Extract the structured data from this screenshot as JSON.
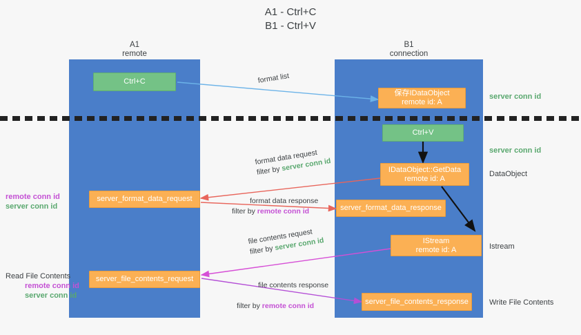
{
  "title": {
    "line1": "A1 - Ctrl+C",
    "line2": "B1 - Ctrl+V"
  },
  "lanes": [
    {
      "name": "A1",
      "sub": "remote",
      "color": "#4a7ec9"
    },
    {
      "name": "B1",
      "sub": "connection",
      "color": "#4a7ec9"
    }
  ],
  "nodes": {
    "ctrl_c": {
      "line1": "Ctrl+C",
      "line2": "",
      "color": "#74c286"
    },
    "save_idata": {
      "line1": "保存IDataObject",
      "line2": "remote id: A",
      "color": "#fbb054"
    },
    "ctrl_v": {
      "line1": "Ctrl+V",
      "line2": "",
      "color": "#74c286"
    },
    "getdata": {
      "line1": "IDataObject::GetData",
      "line2": "remote id: A",
      "color": "#fbb054"
    },
    "fmt_req": {
      "line1": "server_format_data_request",
      "line2": "",
      "color": "#fbb054"
    },
    "fmt_resp": {
      "line1": "server_format_data_response",
      "line2": "",
      "color": "#fbb054"
    },
    "istream": {
      "line1": "IStream",
      "line2": "remote id: A",
      "color": "#fbb054"
    },
    "file_req": {
      "line1": "server_file_contents_request",
      "line2": "",
      "color": "#fbb054"
    },
    "file_resp": {
      "line1": "server_file_contents_response",
      "line2": "",
      "color": "#fbb054"
    }
  },
  "edge_labels": {
    "format_list": {
      "text": "format list"
    },
    "fmt_data_req": {
      "line1": "format data request",
      "filter_prefix": "filter by ",
      "filter_value": "server conn id",
      "filter_color": "#5aa86f"
    },
    "fmt_data_resp": {
      "line1": "format data response",
      "filter_prefix": "filter by ",
      "filter_value": "remote conn id",
      "filter_color": "#c451d4"
    },
    "file_contents_req": {
      "line1": "file contents request",
      "filter_prefix": "filter by ",
      "filter_value": "server conn id",
      "filter_color": "#5aa86f"
    },
    "file_contents_resp": {
      "line1": "file contents response",
      "filter_prefix": "filter by ",
      "filter_value": "remote conn id",
      "filter_color": "#c451d4"
    }
  },
  "left_notes": {
    "note_format": {
      "remote": "remote conn id",
      "server": "server conn id"
    },
    "note_file": {
      "heading": "Read File Contents",
      "remote": "remote conn id",
      "server": "server conn id"
    }
  },
  "right_notes": {
    "server_conn_top": "server conn id",
    "server_conn_mid": "server conn id",
    "dataobject": "DataObject",
    "istream": "Istream",
    "write_file": "Write File Contents"
  },
  "colors": {
    "lane": "#4a7ec9",
    "green_node": "#74c286",
    "orange_node": "#fbb054",
    "green_text": "#5aa86f",
    "purple_text": "#c451d4",
    "arrow_blue": "#6cb3e8",
    "arrow_red": "#e8655b",
    "arrow_magenta": "#d64fd6",
    "arrow_purple": "#a champ",
    "arrow_dark": "#111111",
    "background": "#f7f7f7"
  }
}
